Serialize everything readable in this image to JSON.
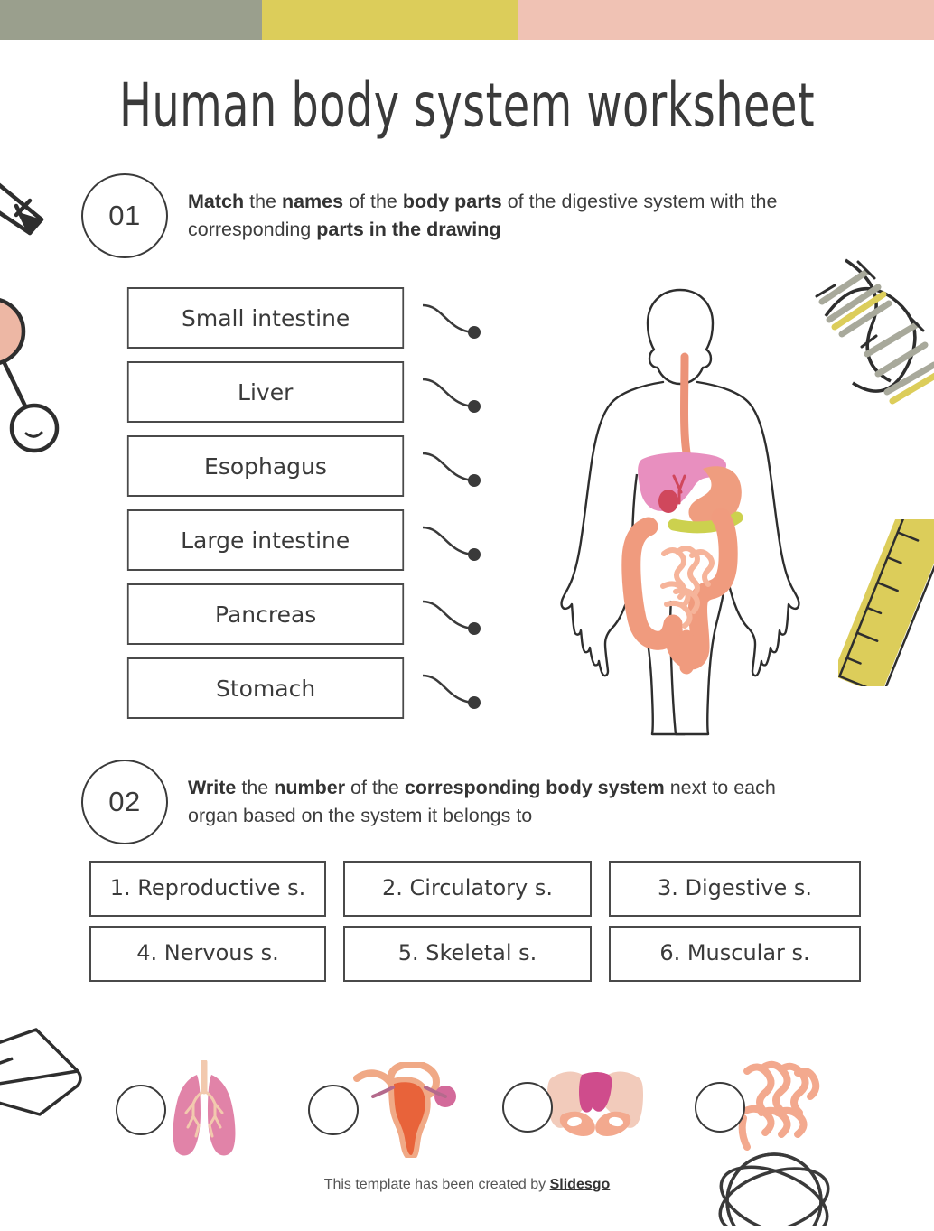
{
  "page": {
    "title": "Human body system worksheet",
    "background_color": "#ffffff"
  },
  "top_bands": [
    {
      "name": "sage-band",
      "color": "#9a9f8d"
    },
    {
      "name": "yellow-band",
      "color": "#dccd5a"
    },
    {
      "name": "pink-band",
      "color": "#f0c2b4"
    }
  ],
  "exercises": [
    {
      "number": "01",
      "instruction_html": "<b>Match</b> the <b>names</b> of the <b>body parts</b> of the digestive system with the corresponding <b>parts in the drawing</b>"
    },
    {
      "number": "02",
      "instruction_html": "<b>Write</b> the <b>number</b> of the <b>corresponding body system</b> next to each organ based on the system it belongs to"
    }
  ],
  "organ_name_boxes": [
    {
      "label": "Small intestine"
    },
    {
      "label": "Liver"
    },
    {
      "label": "Esophagus"
    },
    {
      "label": "Large intestine"
    },
    {
      "label": "Pancreas"
    },
    {
      "label": "Stomach"
    }
  ],
  "body_diagram": {
    "name": "digestive-system-diagram",
    "outline_color": "#2e2e2e",
    "organs": [
      {
        "name": "esophagus",
        "color": "#ec9378"
      },
      {
        "name": "stomach",
        "color": "#ef9d7f"
      },
      {
        "name": "liver",
        "color": "#e88fbf"
      },
      {
        "name": "gallbladder",
        "color": "#d0475c"
      },
      {
        "name": "pancreas",
        "color": "#ccd14e"
      },
      {
        "name": "large-intestine",
        "color": "#f09b7e"
      },
      {
        "name": "small-intestine",
        "color": "#f0a184"
      }
    ]
  },
  "body_systems": [
    {
      "label": "1. Reproductive s.",
      "wrap": true
    },
    {
      "label": "2. Circulatory s.",
      "wrap": false
    },
    {
      "label": "3. Digestive s.",
      "wrap": false
    },
    {
      "label": "4. Nervous s.",
      "wrap": false
    },
    {
      "label": "5. Skeletal s.",
      "wrap": false
    },
    {
      "label": "6. Muscular s.",
      "wrap": false
    }
  ],
  "organ_icons": [
    {
      "name": "lungs-icon",
      "color": "#e183a8"
    },
    {
      "name": "uterus-icon",
      "color": "#e8633a"
    },
    {
      "name": "pelvis-icon",
      "color": "#f2cbbb"
    },
    {
      "name": "small-intestine-icon",
      "color": "#f3a98e"
    }
  ],
  "decorations": [
    {
      "name": "pencil-doodle"
    },
    {
      "name": "molecule-doodle"
    },
    {
      "name": "dna-helix-doodle"
    },
    {
      "name": "ruler-doodle"
    },
    {
      "name": "book-doodle"
    },
    {
      "name": "atom-doodle"
    }
  ],
  "footer": {
    "text_before": "This template has been created by ",
    "brand": "Slidesgo"
  }
}
